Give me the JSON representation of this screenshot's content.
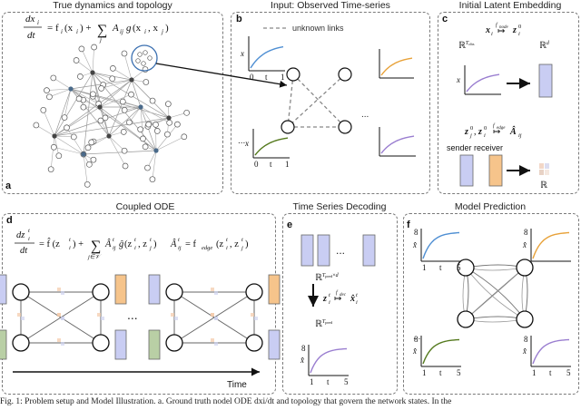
{
  "titles": {
    "true_dynamics": "True dynamics and topology",
    "input": "Input: Observed Time-series",
    "embedding": "Initial Latent Embedding",
    "coupled_ode": "Coupled ODE",
    "decoding": "Time Series Decoding",
    "prediction": "Model Prediction"
  },
  "panel_letters": {
    "a": "a",
    "b": "b",
    "c": "c",
    "d": "d",
    "e": "e",
    "f": "f"
  },
  "panel_b": {
    "legend": "unknown links",
    "ellipsis": "...",
    "y_label": "x",
    "ticks": [
      "0",
      "t",
      "1"
    ]
  },
  "panel_c": {
    "r_obs": "ℝ",
    "r_obs_sup": "T",
    "r_obs_sub": "obs",
    "r_d": "ℝ",
    "r_d_sup": "d",
    "sender_receiver": "sender receiver",
    "r_out": "ℝ"
  },
  "panel_d": {
    "time_label": "Time",
    "ellipsis": "..."
  },
  "panel_e": {
    "ellipsis": "...",
    "r_pred": "ℝ",
    "ticks": [
      "1",
      "t",
      "5"
    ],
    "y_tick": "8"
  },
  "panel_f": {
    "ticks": [
      "1",
      "t",
      "5"
    ],
    "y_tick": "8",
    "ellipsis": "..."
  },
  "caption": "Fig. 1: Problem setup and Model Illustration. a. Ground truth nodel ODE dxi/dt and topology that govern the network states. In the",
  "colors": {
    "blue": "#4f8fd3",
    "orange": "#e8a23a",
    "green": "#557a1e",
    "purple": "#9a7ed0",
    "box_blue": "#c9cdf3",
    "box_orange": "#f6c48b",
    "box_green": "#b9cfa5"
  }
}
